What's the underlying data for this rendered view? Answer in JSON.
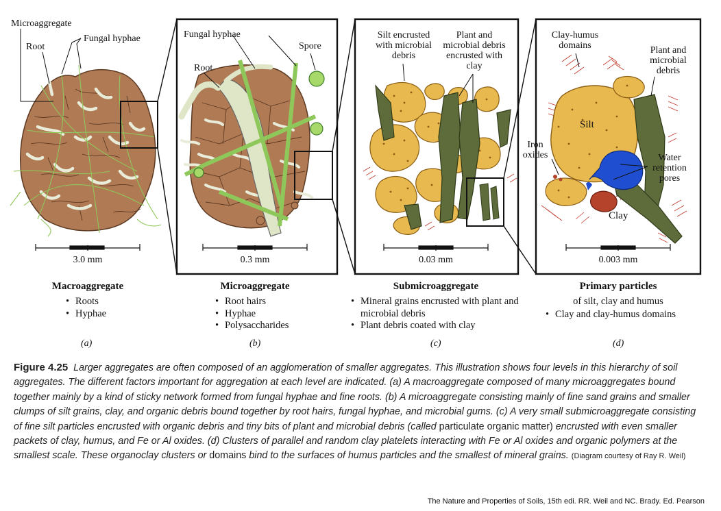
{
  "panels": [
    {
      "scale": "3.0 mm",
      "title": "Macroaggregate",
      "items": [
        "Roots",
        "Hyphae"
      ],
      "subtitle": "",
      "letter": "(a)",
      "labels": {
        "microaggregate": "Microaggregate",
        "root": "Root",
        "fungal_hyphae": "Fungal hyphae"
      }
    },
    {
      "scale": "0.3 mm",
      "title": "Microaggregate",
      "items": [
        "Root hairs",
        "Hyphae",
        "Polysaccharides"
      ],
      "subtitle": "",
      "letter": "(b)",
      "labels": {
        "fungal_hyphae": "Fungal hyphae",
        "spore": "Spore",
        "root": "Root"
      }
    },
    {
      "scale": "0.03 mm",
      "title": "Submicroaggregate",
      "items": [
        "Mineral grains encrusted with plant and microbial debris",
        "Plant debris coated with clay"
      ],
      "subtitle": "",
      "letter": "(c)",
      "labels": {
        "silt_line1": "Silt encrusted",
        "silt_line2": "with microbial",
        "silt_line3": "debris",
        "plant_line1": "Plant and",
        "plant_line2": "microbial debris",
        "plant_line3": "encrusted with",
        "plant_line4": "clay"
      }
    },
    {
      "scale": "0.003 mm",
      "title": "Primary particles",
      "items": [
        "Clay and clay-humus domains"
      ],
      "subtitle": "of silt, clay and humus",
      "letter": "(d)",
      "labels": {
        "clay_humus_line1": "Clay-humus",
        "clay_humus_line2": "domains",
        "plant_line1": "Plant and",
        "plant_line2": "microbial",
        "plant_line3": "debris",
        "silt": "Silt",
        "iron_line1": "Iron",
        "iron_line2": "oxides",
        "water_line1": "Water",
        "water_line2": "retention",
        "water_line3": "pores",
        "clay": "Clay"
      }
    }
  ],
  "caption": {
    "figure_label": "Figure 4.25",
    "text_before": "Larger aggregates are often composed of an agglomeration of smaller aggregates. This illustration shows four levels in this hierarchy of soil aggregates. The different factors important for aggregation at each level are indicated. (a) A macroaggregate composed of many microaggregates bound together mainly by a kind of sticky network formed from fungal hyphae and fine roots. (b) A microaggregate consisting mainly of fine sand grains and smaller clumps of silt grains, clay, and organic debris bound together by root hairs, fungal hyphae, and microbial gums. (c) A very small submicroaggregate consisting of fine silt particles encrusted with organic debris and tiny bits of plant and microbial debris (called",
    "upright_term": "particulate organic matter)",
    "text_middle": "encrusted with even smaller packets of clay, humus, and Fe or Al oxides. (d) Clusters of parallel and random clay platelets interacting with Fe or Al oxides and organic polymers at the smallest scale. These organoclay clusters or",
    "upright_term2": "domains",
    "text_after": "bind to the surfaces of humus particles and the smallest of mineral grains.",
    "credit": "(Diagram courtesy of Ray R. Weil)"
  },
  "source": "The Nature and Properties of Soils, 15th edi. RR. Weil and NC. Brady.  Ed. Pearson",
  "colors": {
    "soil_brown": "#b07a55",
    "soil_dark": "#5c3a22",
    "root_pale": "#dfe6c8",
    "hyphae_green": "#8fc85a",
    "silt_yellow": "#e7b94e",
    "plant_green": "#5e6b3a",
    "water_blue": "#1f4fd0",
    "clay_red": "#b5422a",
    "clay_hatch": "#c0392b"
  }
}
